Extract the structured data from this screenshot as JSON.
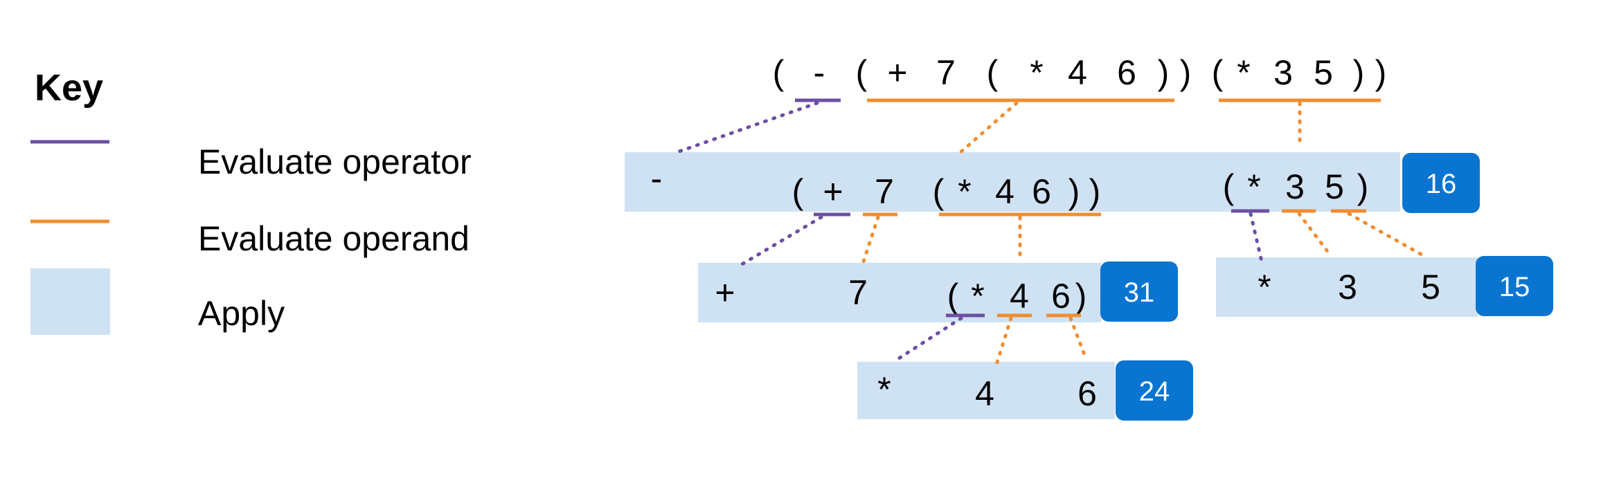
{
  "key": {
    "title": "Key",
    "operator_label": "Evaluate operator",
    "operand_label": "Evaluate operand",
    "apply_label": "Apply"
  },
  "colors": {
    "operator": "#6c4fa3",
    "operand": "#f08d30",
    "apply_fill": "#cfe2f3",
    "value_fill": "#0a75d1"
  },
  "expression": {
    "top": [
      "(",
      "-",
      "(",
      "+",
      "7",
      "(",
      "*",
      "4",
      "6",
      ")",
      ")",
      "(",
      "*",
      "3",
      "5",
      ")",
      ")"
    ]
  },
  "levels": {
    "level1": {
      "operator": "-",
      "left_operand": [
        "(",
        "+",
        "7",
        "(",
        "*",
        "4",
        "6",
        ")",
        ")"
      ],
      "right_operand": [
        "(",
        "*",
        "3",
        "5",
        ")"
      ],
      "result": "16"
    },
    "level2_left": {
      "operator": "+",
      "operand1": "7",
      "operand2": [
        "(",
        "*",
        "4",
        "6",
        ")"
      ],
      "result": "31"
    },
    "level2_right": {
      "operator": "*",
      "operand1": "3",
      "operand2": "5",
      "result": "15"
    },
    "level3": {
      "operator": "*",
      "operand1": "4",
      "operand2": "6",
      "result": "24"
    }
  }
}
